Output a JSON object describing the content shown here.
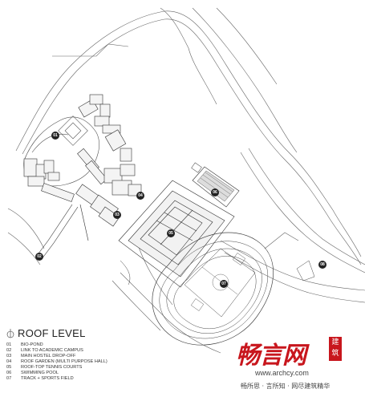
{
  "legend": {
    "title": "ROOF LEVEL",
    "items": [
      {
        "num": "01",
        "label": "BIO-POND"
      },
      {
        "num": "02",
        "label": "LINK TO ACADEMIC CAMPUS"
      },
      {
        "num": "03",
        "label": "MAIN HOSTEL DROP-OFF"
      },
      {
        "num": "04",
        "label": "ROOF GARDEN (MULTI PURPOSE HALL)"
      },
      {
        "num": "05",
        "label": "ROOF-TOP TENNIS COURTS"
      },
      {
        "num": "06",
        "label": "SWIMMING POOL"
      },
      {
        "num": "07",
        "label": "TRACK + SPORTS FIELD"
      }
    ]
  },
  "markers": [
    "01",
    "02",
    "03",
    "04",
    "05",
    "06",
    "07",
    "08"
  ],
  "watermark": {
    "logo": "畅言网",
    "badge": "建筑",
    "url": "www.archcy.com",
    "slogan": "畅所思 · 言所知 · 网尽建筑精华",
    "color": "#c8161d"
  },
  "colors": {
    "line": "#555555",
    "marker": "#222222"
  }
}
